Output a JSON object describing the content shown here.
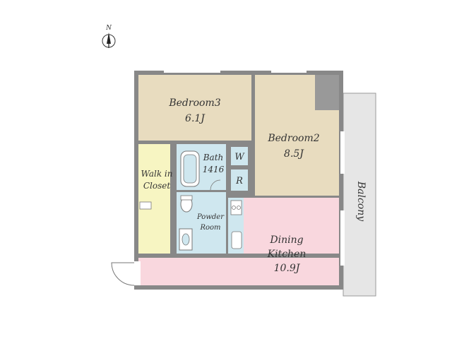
{
  "compass": {
    "label": "N",
    "icon": "north-arrow-icon"
  },
  "rooms": {
    "bedroom3": {
      "name": "Bedroom3",
      "size": "6.1J"
    },
    "bedroom2": {
      "name": "Bedroom2",
      "size": "8.5J"
    },
    "bath": {
      "name": "Bath",
      "size": "1416"
    },
    "walk_in_closet": {
      "name_line1": "Walk in",
      "name_line2": "Closet"
    },
    "powder_room": {
      "name_line1": "Powder",
      "name_line2": "Room"
    },
    "dining_kitchen": {
      "name_line1": "Dining",
      "name_line2": "Kitchen",
      "size": "10.9J"
    },
    "washer": {
      "name": "W"
    },
    "refrigerator": {
      "name": "R"
    },
    "balcony": {
      "name": "Balcony"
    }
  },
  "colors": {
    "bedroom": "#e8dcbf",
    "bath": "#cfe7ef",
    "closet": "#f7f5c2",
    "dining_kitchen": "#f9d7de",
    "balcony": "#e6e6e6",
    "wall": "#888888",
    "pillar": "#999999",
    "line": "#777777"
  }
}
